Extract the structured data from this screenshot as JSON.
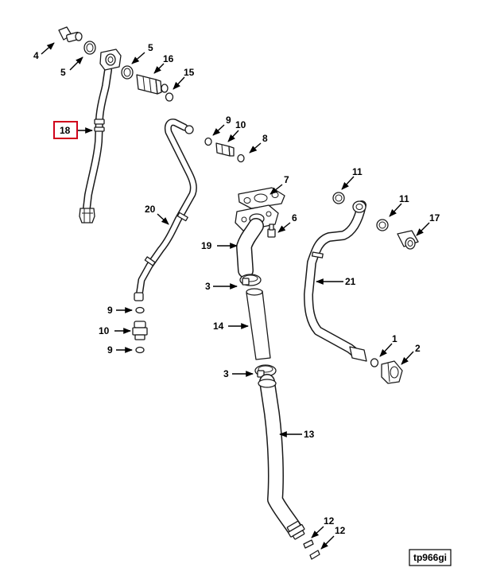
{
  "diagram": {
    "highlight_color": "#d0021b",
    "highlighted_callout": "18",
    "reference_code": "tp966gi",
    "callouts": {
      "c4": "4",
      "c5a": "5",
      "c5b": "5",
      "c16": "16",
      "c15": "15",
      "c18": "18",
      "c9a": "9",
      "c10a": "10",
      "c8": "8",
      "c7": "7",
      "c20": "20",
      "c6": "6",
      "c11a": "11",
      "c11b": "11",
      "c17": "17",
      "c19": "19",
      "c21": "21",
      "c3a": "3",
      "c9b": "9",
      "c10b": "10",
      "c9c": "9",
      "c14": "14",
      "c1": "1",
      "c2": "2",
      "c3b": "3",
      "c13": "13",
      "c12a": "12",
      "c12b": "12"
    }
  }
}
